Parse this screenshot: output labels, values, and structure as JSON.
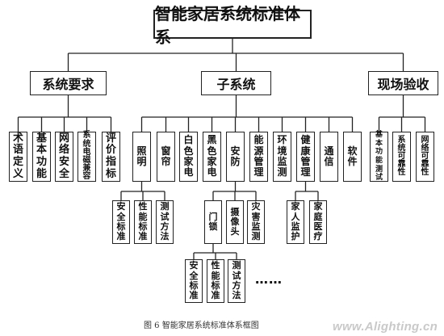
{
  "diagram": {
    "root": "智能家居系统标准体系",
    "level1": [
      "系统要求",
      "子系统",
      "现场验收"
    ],
    "requirements": [
      "术语定义",
      "基本功能",
      "网络安全",
      "系统电磁兼容",
      "评价指标"
    ],
    "subsystems": [
      "照明",
      "窗帘",
      "白色家电",
      "黑色家电",
      "安防",
      "能源管理",
      "环境监测",
      "健康管理",
      "通信",
      "软件"
    ],
    "acceptance": [
      "基本功能测试",
      "系统可靠性",
      "网络可靠性"
    ],
    "lighting": [
      "安全标准",
      "性能标准",
      "测试方法"
    ],
    "security": [
      "门锁",
      "摄像头",
      "灾害监测"
    ],
    "health": [
      "家人监护",
      "家庭医疗"
    ],
    "door_lock": [
      "安全标准",
      "性能标准",
      "测试方法"
    ],
    "ellipsis": "……"
  },
  "caption": "图 6  智能家居系统标准体系框图",
  "watermark": "www.Alighting.cn"
}
